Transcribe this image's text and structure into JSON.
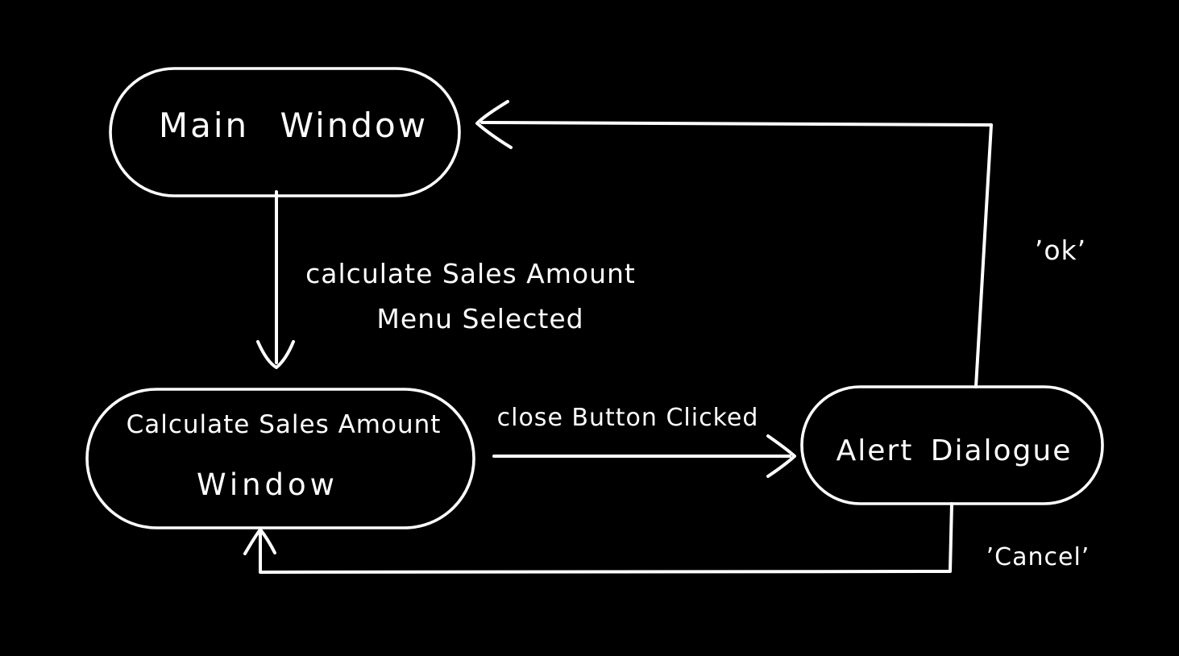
{
  "diagram": {
    "type": "state-transition-diagram",
    "style": "hand-drawn whiteboard, white strokes on black",
    "colors": {
      "background": "#000000",
      "stroke": "#ffffff",
      "text": "#ffffff"
    },
    "nodes": {
      "main_window": {
        "label": "Main Window"
      },
      "calc_window": {
        "line1": "Calculate Sales Amount",
        "line2": "Window"
      },
      "alert_dialogue": {
        "label": "Alert Dialogue"
      }
    },
    "edges": {
      "menu_selected": {
        "from": "Main Window",
        "to": "Calculate Sales Amount Window",
        "line1": "calculate Sales Amount",
        "line2": "Menu Selected",
        "direction": "down"
      },
      "close_clicked": {
        "from": "Calculate Sales Amount Window",
        "to": "Alert Dialogue",
        "label": "close Button Clicked",
        "direction": "right"
      },
      "ok": {
        "from": "Alert Dialogue",
        "to": "Main Window",
        "label": "’ok’",
        "direction": "up-then-left"
      },
      "cancel": {
        "from": "Alert Dialogue",
        "to": "Calculate Sales Amount Window",
        "label": "’Cancel’",
        "direction": "down-left-then-up"
      }
    }
  }
}
